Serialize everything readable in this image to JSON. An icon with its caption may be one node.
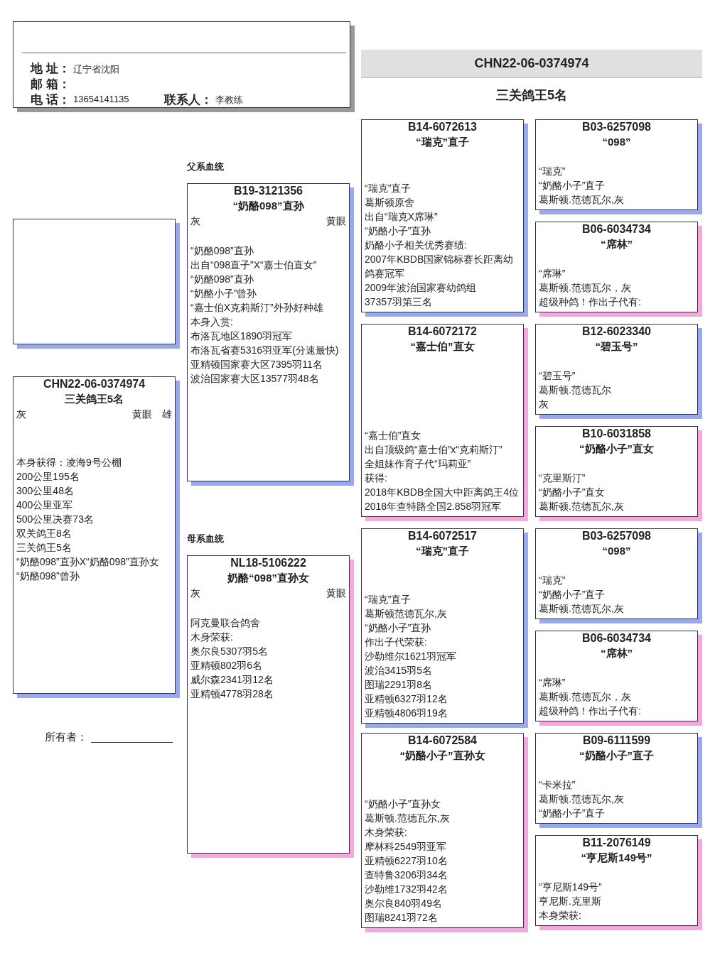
{
  "diagram": {
    "nodes": [
      {
        "text": [
          "地 址：",
          "辽宁省沈阳",
          "邮 箱：",
          "电 话：",
          "13654141135",
          "联系人：",
          "李教练"
        ]
      },
      {
        "text": [
          "CHN22-06-0374974"
        ],
        "beside": [
          "三关鸽王5名"
        ]
      },
      {
        "text": [],
        "shape": "box"
      },
      {
        "text": [
          "CHN22-06-0374974",
          "三关鸽王5名",
          "灰",
          "黄眼",
          "雄",
          "本身获得：凌海9号公棚",
          "200公里195名",
          "300公里48名",
          "400公里亚军",
          "500公里决赛73名",
          "双关鸽王8名",
          "三关鸽王5名",
          "“奶酪098”直孙X“奶酪098”直孙女",
          "“奶酪098”曾孙"
        ]
      },
      {
        "text": [
          "B19-3121356",
          "“奶酪098”直孙",
          "灰",
          "黄眼",
          "“奶酪098”直孙",
          "出自“098直子”X“嘉士伯直女”",
          "“奶酪098”直孙",
          "“奶酪小子”曾孙",
          "“嘉士伯X克莉斯汀”外孙好种雄",
          "本身入赏:",
          "布洛瓦地区1890羽冠军",
          "布洛瓦省赛5316羽亚军(分速最快)",
          "亚精顿国家赛大区7395羽11名",
          "波治国家赛大区13577羽48名"
        ]
      },
      {
        "text": [
          "NL18-5106222",
          "奶酪“098”直孙女",
          "灰",
          "黄眼",
          "阿克曼联合鸽舍",
          "木身荣获:",
          "奥尔良5307羽5名",
          "亚精顿802羽6名",
          "威尔森2341羽12名",
          "亚精顿4778羽28名"
        ]
      },
      {
        "text": [
          "B14-6072613",
          "“瑞克”直子",
          "“瑞克”直子",
          "葛斯顿原舍",
          "出自“瑞克X席琳”",
          "“奶酪小子”直孙",
          "奶酪小子相关优秀赛绩:",
          "2007年KBDB国家锦标赛长距离幼鸽赛冠军",
          "2009年波治国家赛幼鸽组",
          "37357羽第三名"
        ]
      },
      {
        "text": [
          "B14-6072172",
          "“嘉士伯”直女",
          "“嘉士伯”直女",
          "出自顶级鸽“嘉士伯”x“克莉斯汀”",
          "全姐妹作育子代“玛莉亚”",
          "获得:",
          "2018年KBDB全国大中距离鸽王4位",
          "2018年查特路全国2.858羽冠军"
        ]
      },
      {
        "text": [
          "B14-6072517",
          "“瑞克”直子",
          "“瑞克”直子",
          "葛斯顿范德瓦尔,灰",
          "“奶酪小子”直孙",
          "作出子代荣获:",
          "沙勒维尔1621羽冠军",
          "波治3415羽5名",
          "图瑞2291羽8名",
          "亚精顿6327羽12名",
          "亚精顿4806羽19名"
        ]
      },
      {
        "text": [
          "B14-6072584",
          "“奶酪小子”直孙女",
          "“奶酪小子”直孙女",
          "葛斯顿.范德瓦尔,灰",
          "木身荣获:",
          "摩林科2549羽亚军",
          "亚精顿6227羽10名",
          "查特鲁3206羽34名",
          "沙勒维1732羽42名",
          "奥尔良840羽49名",
          "图瑞8241羽72名"
        ]
      },
      {
        "text": [
          "B03-6257098",
          "“098”",
          "“瑞克”",
          "“奶酪小子”直子",
          "葛斯顿.范德瓦尔,灰"
        ]
      },
      {
        "text": [
          "B06-6034734",
          "“席林”",
          "“席琳”",
          "葛斯顿.范德瓦尔，灰",
          "超级种鸽！作出子代有:"
        ]
      },
      {
        "text": [
          "B12-6023340",
          "“碧玉号”",
          "“碧玉号”",
          "葛斯顿.范德瓦尔",
          "灰"
        ]
      },
      {
        "text": [
          "B10-6031858",
          "“奶酪小子”直女",
          "“克里斯汀”",
          "“奶酪小子”直女",
          "葛斯顿.范德瓦尔,灰"
        ]
      },
      {
        "text": [
          "B03-6257098",
          "“098”",
          "“瑞克”",
          "“奶酪小子”直子",
          "葛斯顿.范德瓦尔,灰"
        ]
      },
      {
        "text": [
          "B06-6034734",
          "“席林”",
          "“席琳”",
          "葛斯顿.范德瓦尔，灰",
          "超级种鸽！作出子代有:"
        ]
      },
      {
        "text": [
          "B09-6111599",
          "“奶酪小子”直子",
          "“卡米拉”",
          "葛斯顿.范德瓦尔,灰",
          "“奶酪小子”直子"
        ]
      },
      {
        "text": [
          "B11-2076149",
          "“亨尼斯149号”",
          "“亨尼斯149号”",
          "亨尼斯.克里斯",
          "本身荣获:"
        ]
      }
    ],
    "labels": [
      "父系血统",
      "母系血统",
      "所有者："
    ]
  }
}
